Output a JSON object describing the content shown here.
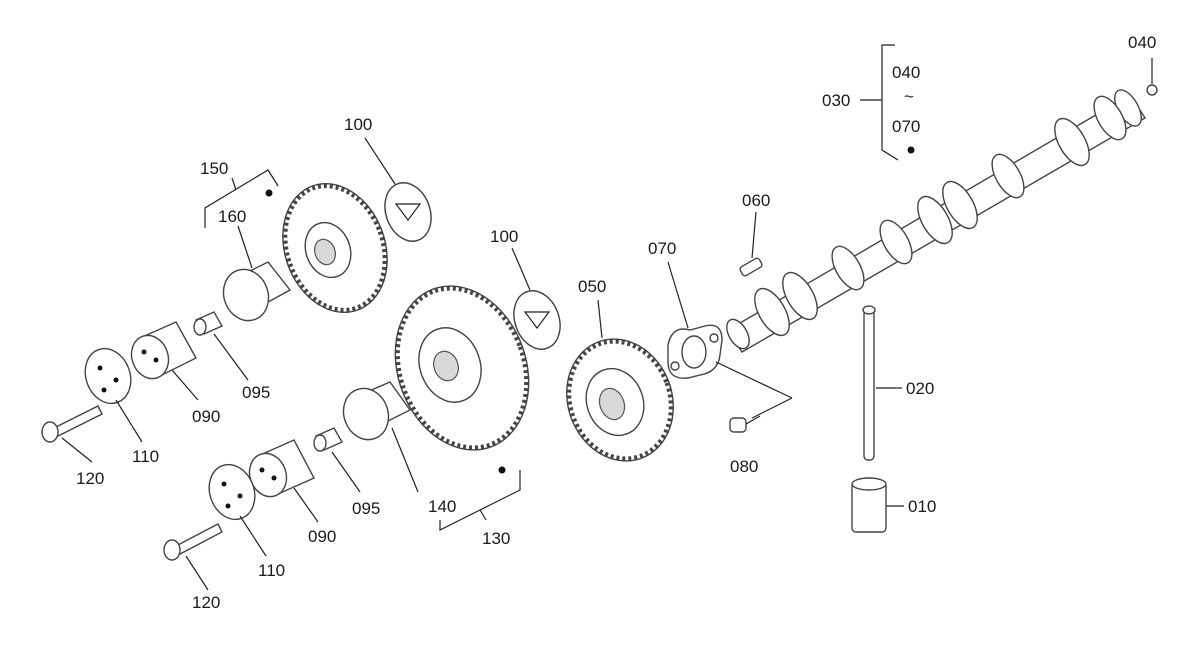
{
  "labels": {
    "p010": "010",
    "p020": "020",
    "p030": "030",
    "p040_top": "040",
    "p040_range": "040",
    "tilde": "~",
    "p070_range": "070",
    "p050": "050",
    "p060": "060",
    "p070": "070",
    "p080": "080",
    "p090_upper": "090",
    "p090_lower": "090",
    "p095_upper": "095",
    "p095_lower": "095",
    "p100_upper": "100",
    "p100_lower": "100",
    "p110_upper": "110",
    "p110_lower": "110",
    "p120_upper": "120",
    "p120_lower": "120",
    "p130": "130",
    "p140": "140",
    "p150": "150",
    "p160": "160"
  },
  "colors": {
    "line": "#222222",
    "part_stroke": "#444444",
    "text": "#1a1a1a"
  }
}
